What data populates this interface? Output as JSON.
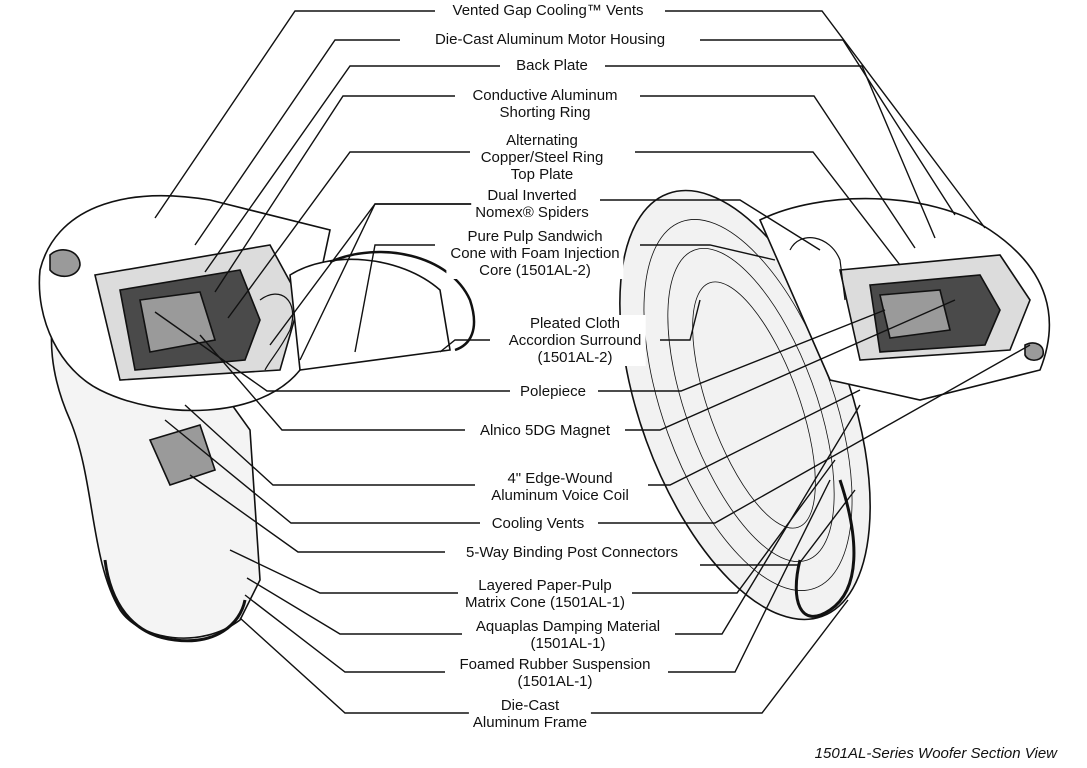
{
  "labels": [
    {
      "id": "vented-gap",
      "lines": [
        "Vented Gap Cooling™ Vents"
      ]
    },
    {
      "id": "motor-housing",
      "lines": [
        "Die-Cast Aluminum Motor Housing"
      ]
    },
    {
      "id": "back-plate",
      "lines": [
        "Back Plate"
      ]
    },
    {
      "id": "shorting-ring",
      "lines": [
        "Conductive Aluminum",
        "Shorting Ring"
      ]
    },
    {
      "id": "top-plate",
      "lines": [
        "Alternating",
        "Copper/Steel Ring",
        "Top Plate"
      ]
    },
    {
      "id": "spiders",
      "lines": [
        "Dual Inverted",
        "Nomex® Spiders"
      ]
    },
    {
      "id": "pulp-cone",
      "lines": [
        "Pure Pulp Sandwich",
        "Cone with Foam Injection",
        "Core (1501AL-2)"
      ]
    },
    {
      "id": "surround",
      "lines": [
        "Pleated Cloth",
        "Accordion Surround",
        "(1501AL-2)"
      ]
    },
    {
      "id": "polepiece",
      "lines": [
        "Polepiece"
      ]
    },
    {
      "id": "magnet",
      "lines": [
        "Alnico 5DG Magnet"
      ]
    },
    {
      "id": "voice-coil",
      "lines": [
        "4\" Edge-Wound",
        "Aluminum Voice Coil"
      ]
    },
    {
      "id": "cooling-vents",
      "lines": [
        "Cooling Vents"
      ]
    },
    {
      "id": "binding-post",
      "lines": [
        "5-Way Binding Post Connectors"
      ]
    },
    {
      "id": "matrix-cone",
      "lines": [
        "Layered Paper-Pulp",
        "Matrix Cone (1501AL-1)"
      ]
    },
    {
      "id": "damping",
      "lines": [
        "Aquaplas Damping Material",
        "(1501AL-1)"
      ]
    },
    {
      "id": "suspension",
      "lines": [
        "Foamed Rubber Suspension",
        "(1501AL-1)"
      ]
    },
    {
      "id": "frame",
      "lines": [
        "Die-Cast",
        "Aluminum Frame"
      ]
    }
  ],
  "caption": "1501AL-Series Woofer Section View",
  "colors": {
    "line": "#111111",
    "dark": "#4a4a4a",
    "mid": "#9a9a9a",
    "light": "#dcdcdc"
  }
}
